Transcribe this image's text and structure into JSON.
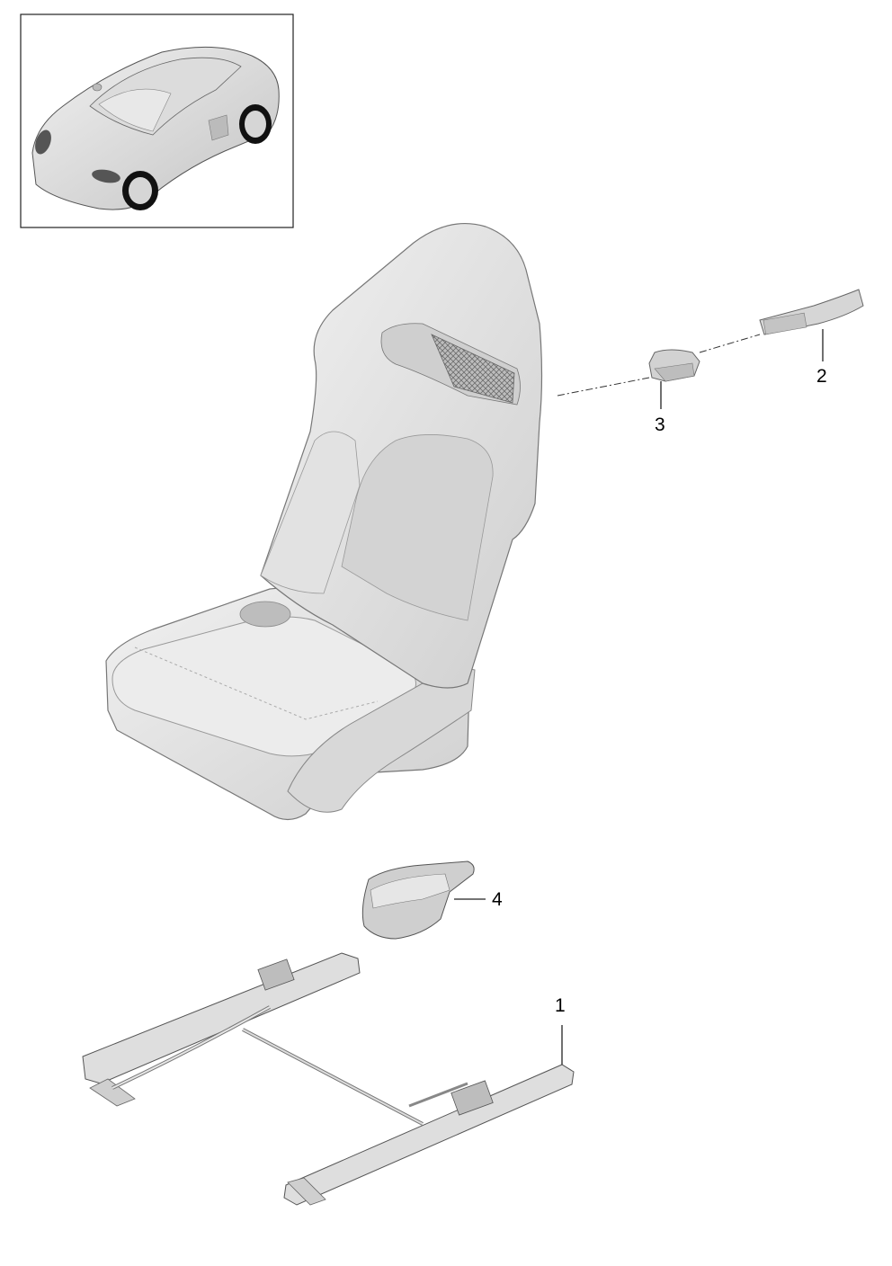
{
  "callouts": [
    {
      "id": "1",
      "label": "1"
    },
    {
      "id": "2",
      "label": "2"
    },
    {
      "id": "3",
      "label": "3"
    },
    {
      "id": "4",
      "label": "4"
    }
  ],
  "colors": {
    "part_fill": "#e4e4e4",
    "part_shade": "#c9c9c9",
    "part_dark": "#a8a8a8",
    "line": "#2a2a2a",
    "frame": "#222222",
    "mesh": "#7a7a7a"
  }
}
